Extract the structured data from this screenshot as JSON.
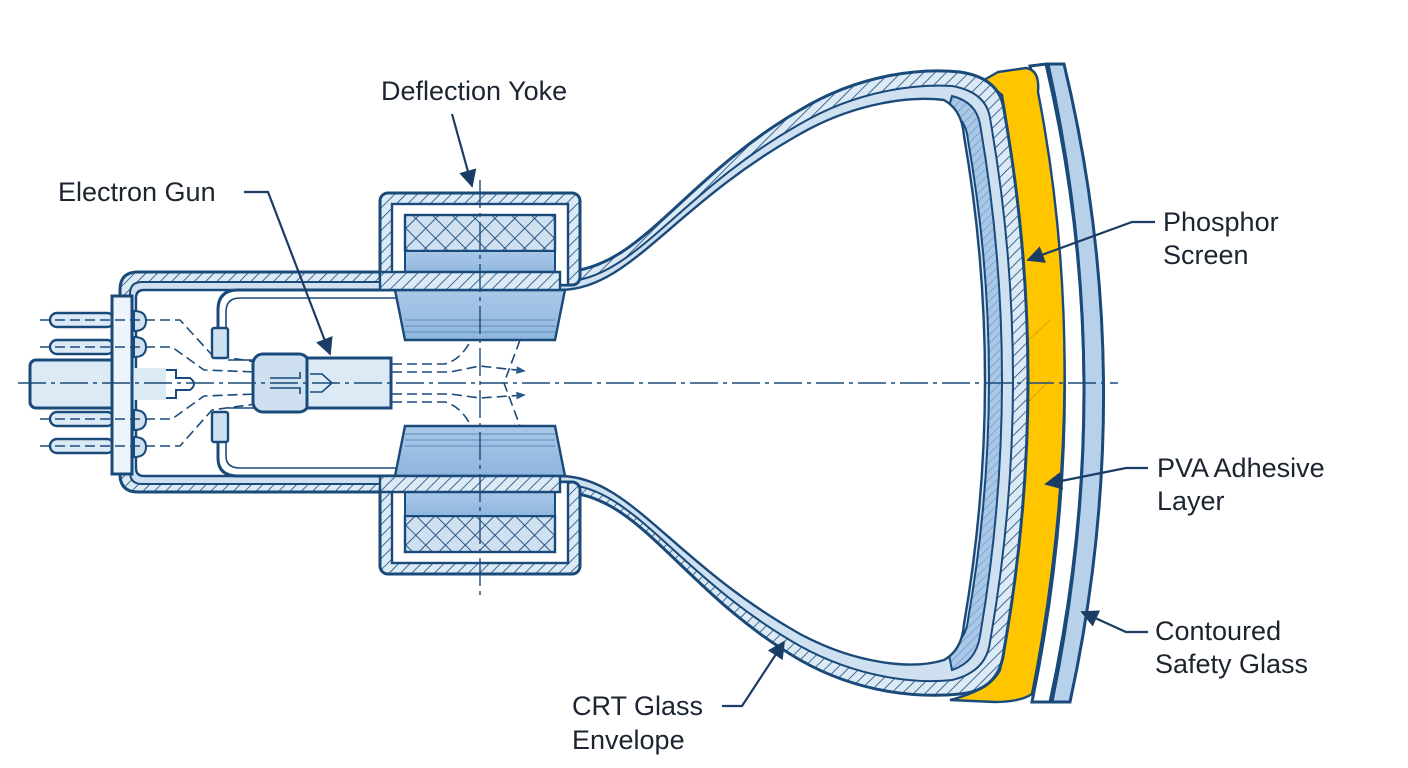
{
  "diagram": {
    "title": "CRT Cross-Section with Bonded Safety Glass",
    "colors": {
      "outline": "#1a4a7a",
      "glass_fill": "#cfe0f0",
      "yoke_fill": "#a9c8e8",
      "phosphor": "#ffc600",
      "text": "#1b2430"
    },
    "labels": {
      "deflection_yoke": "Deflection Yoke",
      "electron_gun": "Electron Gun",
      "phosphor_screen_line1": "Phosphor",
      "phosphor_screen_line2": "Screen",
      "pva_line1": "PVA Adhesive",
      "pva_line2": "Layer",
      "safety_glass_line1": "Contoured",
      "safety_glass_line2": "Safety Glass",
      "crt_glass_line1": "CRT Glass",
      "crt_glass_line2": "Envelope"
    }
  }
}
